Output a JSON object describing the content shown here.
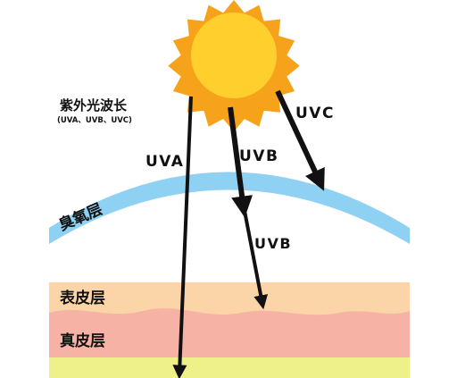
{
  "title": "紫外光波长",
  "subtitle": "(UVA、UVB、UVC)",
  "rays": {
    "uva": "UVA",
    "uvb": "UVB",
    "uvb_deep": "UVB",
    "uvc": "UVC"
  },
  "layers": {
    "ozone": "臭氧层",
    "epidermis": "表皮层",
    "dermis": "真皮层"
  },
  "colors": {
    "sun_core": "#FFCF2E",
    "sun_rays": "#F7A21B",
    "ozone": "#8ED1F3",
    "epidermis": "#FBD5A8",
    "dermis": "#F6B2A4",
    "subcutis": "#EEF089",
    "arrow": "#111111"
  }
}
